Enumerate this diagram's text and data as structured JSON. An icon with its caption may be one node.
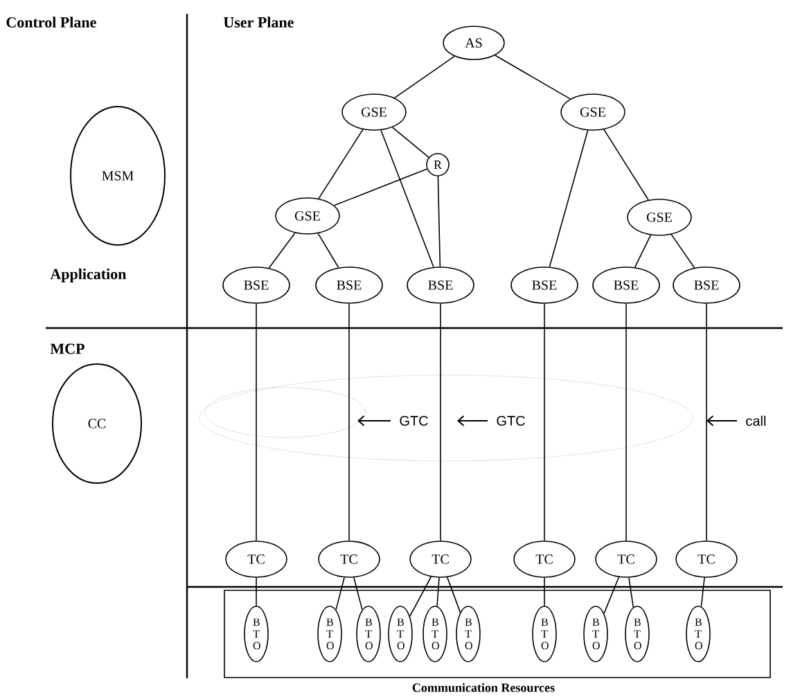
{
  "diagram": {
    "nodes": [
      {
        "text": [
          "AS"
        ]
      },
      {
        "text": [
          "GSE"
        ]
      },
      {
        "text": [
          "GSE"
        ]
      },
      {
        "text": [
          "R"
        ]
      },
      {
        "text": [
          "MSM"
        ]
      },
      {
        "text": [
          "GSE"
        ]
      },
      {
        "text": [
          "GSE"
        ]
      },
      {
        "text": [
          "BSE"
        ]
      },
      {
        "text": [
          "BSE"
        ]
      },
      {
        "text": [
          "BSE"
        ]
      },
      {
        "text": [
          "BSE"
        ]
      },
      {
        "text": [
          "BSE"
        ]
      },
      {
        "text": [
          "BSE"
        ]
      },
      {
        "text": [
          "CC"
        ]
      },
      {
        "text": [
          "TC"
        ]
      },
      {
        "text": [
          "TC"
        ]
      },
      {
        "text": [
          "TC"
        ]
      },
      {
        "text": [
          "TC"
        ]
      },
      {
        "text": [
          "TC"
        ]
      },
      {
        "text": [
          "TC"
        ]
      },
      {
        "text": [
          "Communication Resources"
        ]
      },
      {
        "text": [
          "B T O"
        ],
        "in": 20
      },
      {
        "text": [
          "B T O"
        ],
        "in": 20
      },
      {
        "text": [
          "B T O"
        ],
        "in": 20
      },
      {
        "text": [
          "B T O"
        ],
        "in": 20
      },
      {
        "text": [
          "B T O"
        ],
        "in": 20
      },
      {
        "text": [
          "B T O"
        ],
        "in": 20
      },
      {
        "text": [
          "B T O"
        ],
        "in": 20
      },
      {
        "text": [
          "B T O"
        ],
        "in": 20
      },
      {
        "text": [
          "B T O"
        ],
        "in": 20
      },
      {
        "text": [
          "B T O"
        ],
        "in": 20
      }
    ],
    "edges": [
      {
        "from": 0,
        "to": 1,
        "arrow": "none"
      },
      {
        "from": 0,
        "to": 2,
        "arrow": "none"
      },
      {
        "from": 1,
        "to": 3,
        "arrow": "none"
      },
      {
        "from": 1,
        "to": 5,
        "arrow": "none"
      },
      {
        "from": 1,
        "to": 9,
        "arrow": "none"
      },
      {
        "from": 3,
        "to": 5,
        "arrow": "none"
      },
      {
        "from": 3,
        "to": 9,
        "arrow": "none"
      },
      {
        "from": 2,
        "to": 10,
        "arrow": "none"
      },
      {
        "from": 2,
        "to": 6,
        "arrow": "none"
      },
      {
        "from": 5,
        "to": 7,
        "arrow": "none"
      },
      {
        "from": 5,
        "to": 8,
        "arrow": "none"
      },
      {
        "from": 6,
        "to": 11,
        "arrow": "none"
      },
      {
        "from": 6,
        "to": 12,
        "arrow": "none"
      },
      {
        "from": 7,
        "to": 14,
        "arrow": "none"
      },
      {
        "from": 8,
        "to": 15,
        "arrow": "none"
      },
      {
        "from": 9,
        "to": 16,
        "arrow": "none"
      },
      {
        "from": 10,
        "to": 17,
        "arrow": "none"
      },
      {
        "from": 11,
        "to": 18,
        "arrow": "none"
      },
      {
        "from": 12,
        "to": 19,
        "arrow": "none"
      },
      {
        "from": 14,
        "to": 21,
        "arrow": "none"
      },
      {
        "from": 15,
        "to": 22,
        "arrow": "none"
      },
      {
        "from": 15,
        "to": 23,
        "arrow": "none"
      },
      {
        "from": 16,
        "to": 24,
        "arrow": "none"
      },
      {
        "from": 16,
        "to": 25,
        "arrow": "none"
      },
      {
        "from": 16,
        "to": 26,
        "arrow": "none"
      },
      {
        "from": 17,
        "to": 27,
        "arrow": "none"
      },
      {
        "from": 18,
        "to": 28,
        "arrow": "none"
      },
      {
        "from": 18,
        "to": 29,
        "arrow": "none"
      },
      {
        "from": 19,
        "to": 30,
        "arrow": "none"
      }
    ],
    "labels": [
      "Control Plane",
      "User Plane",
      "Application",
      "MCP",
      "GTC",
      "GTC",
      "call"
    ]
  }
}
